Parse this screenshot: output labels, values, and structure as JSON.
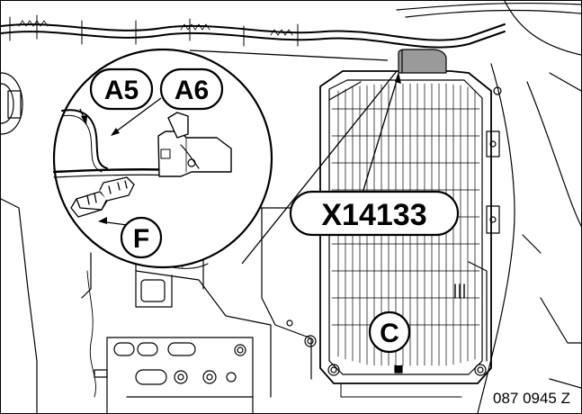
{
  "callouts": {
    "a5": "A5",
    "a6": "A6",
    "x": "X14133",
    "f": "F",
    "c": "C"
  },
  "figure_number": "087 0945 Z"
}
